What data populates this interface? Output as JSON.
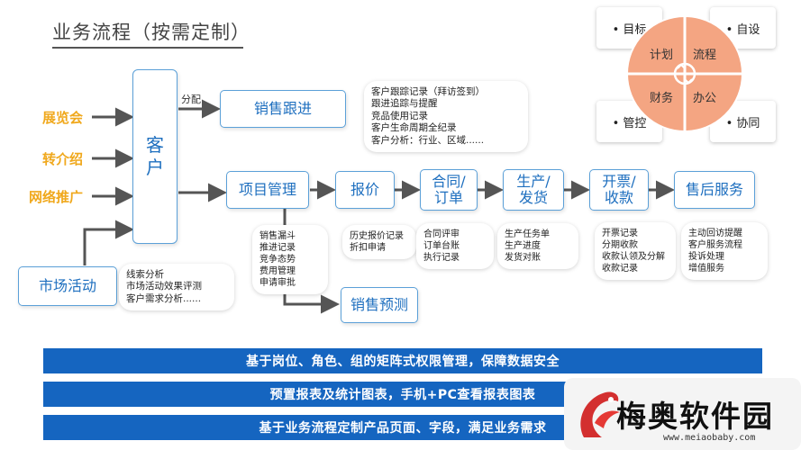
{
  "title": "业务流程（按需定制）",
  "sources": [
    "展览会",
    "转介绍",
    "网络推广"
  ],
  "market_activity": "市场活动",
  "market_notes": [
    "线索分析",
    "市场活动效果评测",
    "客户需求分析......"
  ],
  "customer": [
    "客",
    "户"
  ],
  "split_label": "分配",
  "sales_follow": "销售跟进",
  "sales_follow_notes": [
    "客户跟踪记录（拜访签到）",
    "跟进追踪与提醒",
    "竞品使用记录",
    "客户生命周期全纪录",
    "客户分析：行业、区域......"
  ],
  "flow": [
    {
      "label": "项目管理"
    },
    {
      "label": "报价"
    },
    {
      "label": "合同/\n订单"
    },
    {
      "label": "生产/\n发货"
    },
    {
      "label": "开票/\n收款"
    },
    {
      "label": "售后服务"
    }
  ],
  "flow_notes": {
    "project": [
      "销售漏斗",
      "推进记录",
      "竞争态势",
      "费用管理",
      "申请审批"
    ],
    "quote": [
      "历史报价记录",
      "折扣申请"
    ],
    "contract": [
      "合同评审",
      "订单台账",
      "执行记录"
    ],
    "production": [
      "生产任务单",
      "生产进度",
      "发货对账"
    ],
    "invoice": [
      "开票记录",
      "分期收款",
      "收款认领及分解",
      "收款记录"
    ],
    "aftersales": [
      "主动回访提醒",
      "客户服务流程",
      "投诉处理",
      "增值服务"
    ]
  },
  "sales_forecast": "销售预测",
  "bars": [
    "基于岗位、角色、组的矩阵式权限管理，保障数据安全",
    "预置报表及统计图表，手机+PC查看报表图表",
    "基于业务流程定制产品页面、字段，满足业务需求"
  ],
  "pdca": {
    "quadrants": [
      "计划",
      "流程",
      "财务",
      "办公"
    ],
    "boxes": [
      "目标",
      "自设",
      "管控",
      "协同"
    ],
    "color": "#f4a582"
  },
  "watermark": {
    "text": "梅奥软件园",
    "url": "www.meiaobaby.com"
  },
  "colors": {
    "blue": "#1565c0",
    "orange": "#f0a81c",
    "node_border": "#5ba0d8"
  }
}
